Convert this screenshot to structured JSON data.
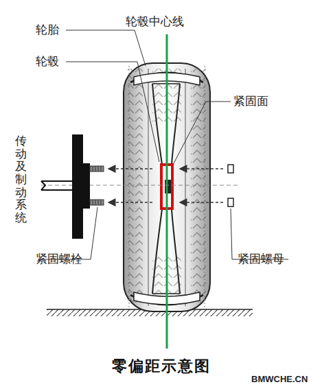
{
  "diagram": {
    "caption": "零偏距示意图",
    "labels": [
      "轮毂中心线",
      "轮胎",
      "轮毂",
      "紧固面",
      "传动及制动系统",
      "紧固螺栓",
      "紧固螺母",
      "BMWCHE.CN"
    ]
  }
}
